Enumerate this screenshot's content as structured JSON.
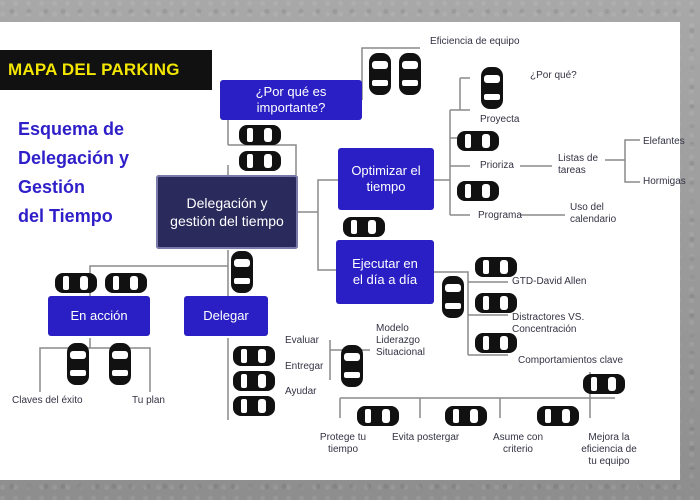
{
  "banner": {
    "text": "MAPA DEL PARKING",
    "bg": "#111111",
    "color": "#f3e600"
  },
  "title": {
    "lines": [
      "Esquema de",
      "Delegación y",
      "Gestión",
      "del Tiempo"
    ],
    "color": "#2f1fc9"
  },
  "nodes": {
    "main": "Delegación y gestión del tiempo",
    "why": "¿Por qué es importante?",
    "optimize": "Optimizar el tiempo",
    "execute": "Ejecutar en el día a día",
    "in_action": "En acción",
    "delegate": "Delegar"
  },
  "labels": {
    "eficiencia": "Eficiencia de equipo",
    "por_que": "¿Por qué?",
    "proyecta": "Proyecta",
    "prioriza": "Prioriza",
    "listas": "Listas de tareas",
    "elefantes": "Elefantes",
    "hormigas": "Hormigas",
    "programa": "Programa",
    "uso_calendario": "Uso del calendario",
    "gtd": "GTD-David Allen",
    "distractores": "Distractores VS. Concentración",
    "comportamientos": "Comportamientos clave",
    "evaluar": "Evaluar",
    "entregar": "Entregar",
    "ayudar": "Ayudar",
    "modelo": "Modelo Liderazgo Situacional",
    "claves": "Claves del éxito",
    "tu_plan": "Tu plan",
    "protege": "Protege tu tiempo",
    "evita": "Evita postergar",
    "asume": "Asume con criterio",
    "mejora": "Mejora la eficiencia de tu equipo"
  },
  "colors": {
    "node_blue": "#2a1fc4",
    "node_main": "#2a2a5c",
    "lines": "#8a8a8a",
    "car": "#111111"
  }
}
